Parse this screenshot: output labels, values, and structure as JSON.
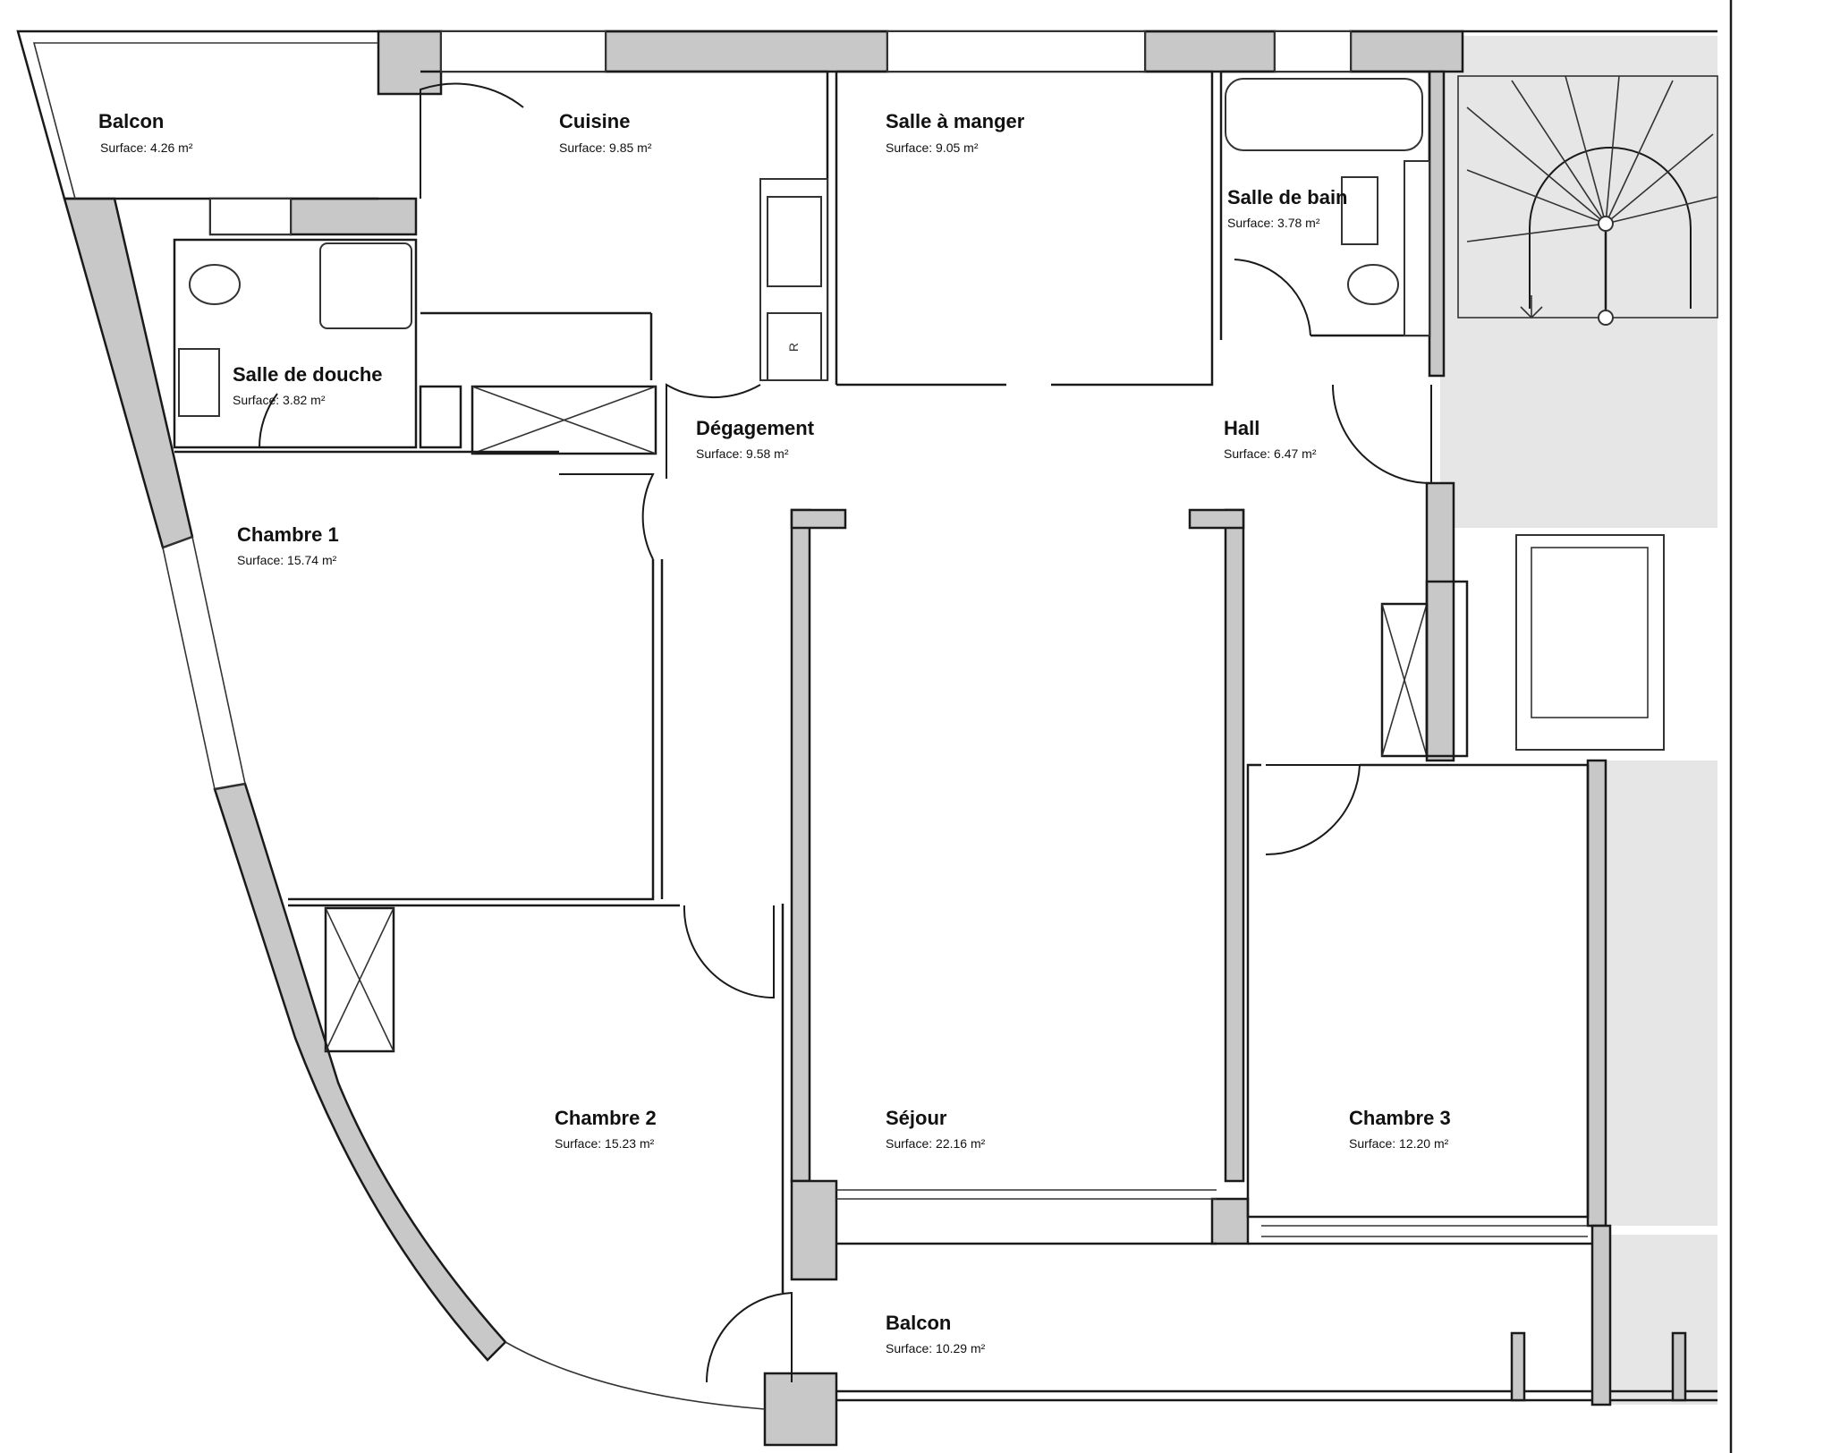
{
  "rooms": [
    {
      "id": "balcon-1",
      "name": "Balcon",
      "surface": "Surface: 4.26 m²"
    },
    {
      "id": "cuisine",
      "name": "Cuisine",
      "surface": "Surface: 9.85 m²"
    },
    {
      "id": "salle-a-manger",
      "name": "Salle à manger",
      "surface": "Surface: 9.05 m²"
    },
    {
      "id": "salle-de-bain",
      "name": "Salle de bain",
      "surface": "Surface: 3.78 m²"
    },
    {
      "id": "salle-de-douche",
      "name": "Salle de douche",
      "surface": "Surface: 3.82 m²"
    },
    {
      "id": "degagement",
      "name": "Dégagement",
      "surface": "Surface: 9.58 m²"
    },
    {
      "id": "hall",
      "name": "Hall",
      "surface": "Surface: 6.47 m²"
    },
    {
      "id": "chambre-1",
      "name": "Chambre 1",
      "surface": "Surface: 15.74 m²"
    },
    {
      "id": "chambre-2",
      "name": "Chambre 2",
      "surface": "Surface: 15.23 m²"
    },
    {
      "id": "sejour",
      "name": "Séjour",
      "surface": "Surface: 22.16 m²"
    },
    {
      "id": "chambre-3",
      "name": "Chambre 3",
      "surface": "Surface: 12.20 m²"
    },
    {
      "id": "balcon-2",
      "name": "Balcon",
      "surface": "Surface: 10.29 m²"
    }
  ],
  "fixtures": {
    "fridge_label": "R"
  },
  "colors": {
    "wall_fill": "#c8c8c8",
    "common_area": "#e6e6e6",
    "line": "#1a1a1a"
  }
}
